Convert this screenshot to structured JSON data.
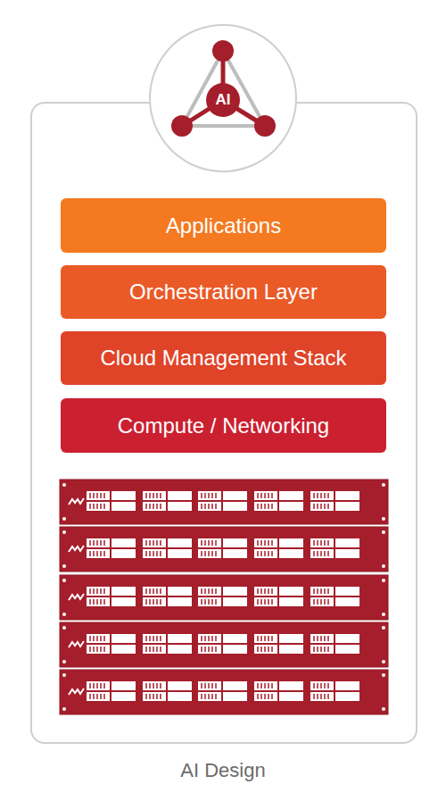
{
  "diagram": {
    "caption": "AI Design",
    "nodes": [
      {
        "text": [
          "AI"
        ]
      },
      {
        "text": [
          "Applications"
        ]
      },
      {
        "text": [
          "Orchestration Layer"
        ]
      },
      {
        "text": [
          "Cloud Management Stack"
        ]
      },
      {
        "text": [
          "Compute / Networking"
        ]
      }
    ]
  }
}
